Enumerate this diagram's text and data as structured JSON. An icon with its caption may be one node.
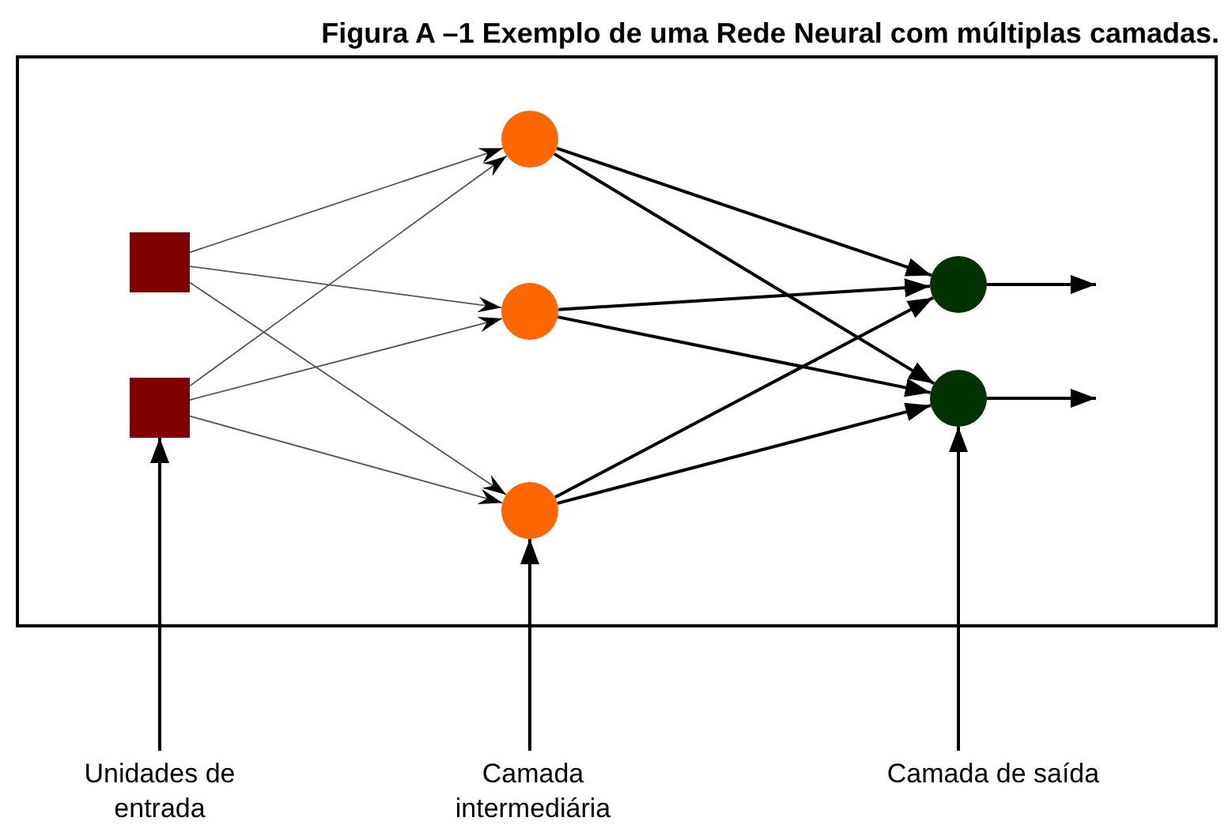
{
  "diagram": {
    "title": "Figura A –1 Exemplo de uma Rede Neural com múltiplas camadas.",
    "nodes": [
      {
        "text": [],
        "shape": "box"
      },
      {
        "text": [],
        "shape": "box",
        "in": 0
      },
      {
        "text": [],
        "shape": "box",
        "in": 0
      },
      {
        "text": [],
        "shape": "circle",
        "in": 0
      },
      {
        "text": [],
        "shape": "circle",
        "in": 0
      },
      {
        "text": [],
        "shape": "circle",
        "in": 0
      },
      {
        "text": [],
        "shape": "circle",
        "in": 0
      },
      {
        "text": [],
        "shape": "circle",
        "in": 0
      },
      {
        "text": [
          "Unidades de entrada"
        ]
      },
      {
        "text": [
          "Camada intermediária"
        ]
      },
      {
        "text": [
          "Camada de saída"
        ]
      }
    ],
    "edges": [
      {
        "from": 1,
        "to": 3,
        "arrow": "to",
        "color": "#555555"
      },
      {
        "from": 1,
        "to": 4,
        "arrow": "to",
        "color": "#555555"
      },
      {
        "from": 1,
        "to": 5,
        "arrow": "to",
        "color": "#555555"
      },
      {
        "from": 2,
        "to": 3,
        "arrow": "to",
        "color": "#555555"
      },
      {
        "from": 2,
        "to": 4,
        "arrow": "to",
        "color": "#555555"
      },
      {
        "from": 2,
        "to": 5,
        "arrow": "to",
        "color": "#555555"
      },
      {
        "from": 3,
        "to": 6,
        "arrow": "to"
      },
      {
        "from": 3,
        "to": 7,
        "arrow": "to"
      },
      {
        "from": 4,
        "to": 6,
        "arrow": "to"
      },
      {
        "from": 4,
        "to": 7,
        "arrow": "to"
      },
      {
        "from": 5,
        "to": 6,
        "arrow": "to"
      },
      {
        "from": 5,
        "to": 7,
        "arrow": "to"
      },
      {
        "from": 6,
        "to": null,
        "arrow": "to"
      },
      {
        "from": 7,
        "to": null,
        "arrow": "to"
      },
      {
        "from": 8,
        "to": 2,
        "arrow": "to"
      },
      {
        "from": 9,
        "to": 5,
        "arrow": "to"
      },
      {
        "from": 10,
        "to": 7,
        "arrow": "to"
      }
    ]
  }
}
